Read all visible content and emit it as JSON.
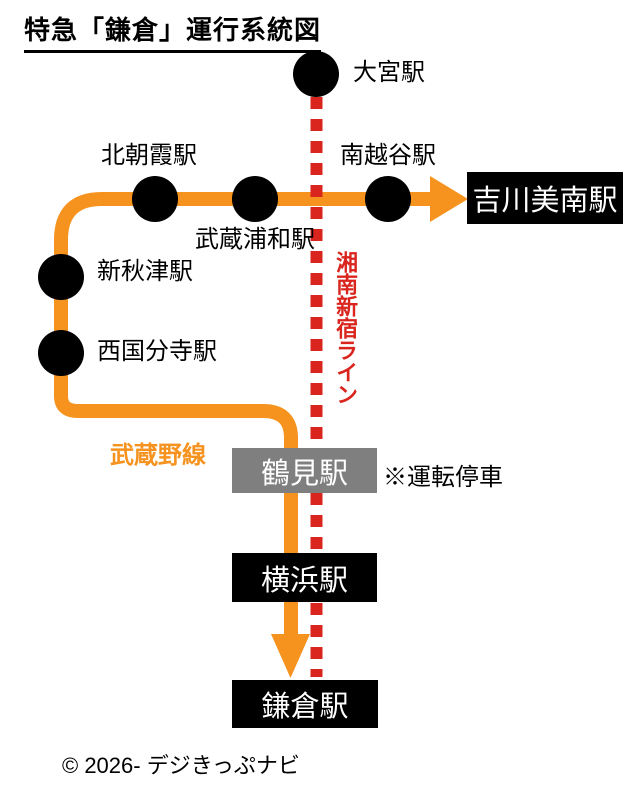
{
  "title": "特急「鎌倉」運行系統図",
  "lines": {
    "musashino": {
      "label": "武蔵野線"
    },
    "shonan_shinjuku": {
      "label": "湘南新宿ライン"
    }
  },
  "stations": {
    "omiya": "大宮駅",
    "kita_asaka": "北朝霞駅",
    "musashi_urawa": "武蔵浦和駅",
    "minami_koshigaya": "南越谷駅",
    "yoshikawaminami": "吉川美南駅",
    "shin_akitsu": "新秋津駅",
    "nishi_kokubunji": "西国分寺駅",
    "tsurumi": "鶴見駅",
    "yokohama": "横浜駅",
    "kamakura": "鎌倉駅"
  },
  "note": "※運転停車",
  "copyright": "© 2026- デジきっぷナビ",
  "colors": {
    "line_orange": "#F6921E",
    "dashed_red": "#D9251D",
    "station_black": "#000000",
    "box_black": "#000000",
    "box_gray": "#7F7F7F",
    "box_text": "#FFFFFF",
    "text_black": "#000000"
  }
}
